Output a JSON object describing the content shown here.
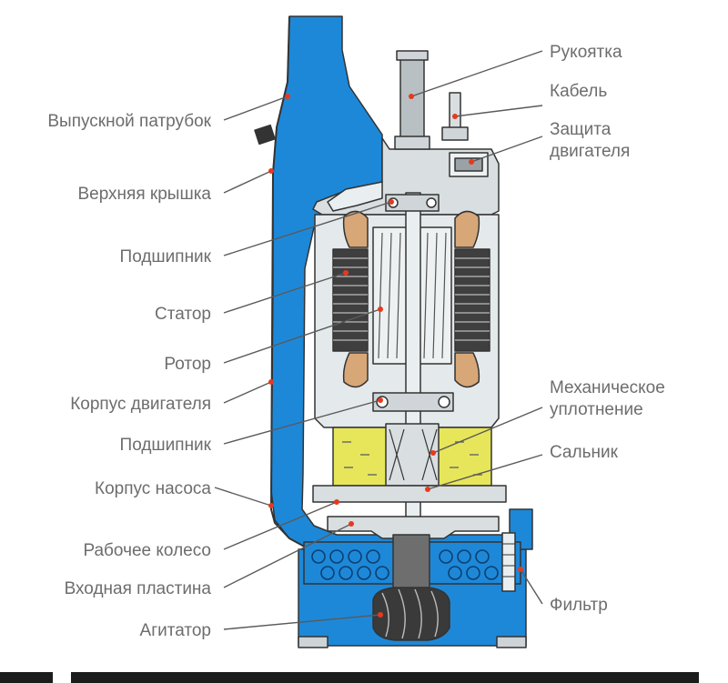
{
  "labels_left": [
    {
      "id": "discharge",
      "text": "Выпускной патрубок"
    },
    {
      "id": "top-cover",
      "text": "Верхняя крышка"
    },
    {
      "id": "bearing-upper",
      "text": "Подшипник"
    },
    {
      "id": "stator",
      "text": "Статор"
    },
    {
      "id": "rotor",
      "text": "Ротор"
    },
    {
      "id": "motor-housing",
      "text": "Корпус двигателя"
    },
    {
      "id": "bearing-lower",
      "text": "Подшипник"
    },
    {
      "id": "pump-housing",
      "text": "Корпус насоса"
    },
    {
      "id": "impeller",
      "text": "Рабочее колесо"
    },
    {
      "id": "inlet-plate",
      "text": "Входная пластина"
    },
    {
      "id": "agitator",
      "text": "Агитатор"
    }
  ],
  "labels_right": [
    {
      "id": "handle",
      "lines": [
        "Рукоятка"
      ]
    },
    {
      "id": "cable",
      "lines": [
        "Кабель"
      ]
    },
    {
      "id": "motor-protection",
      "lines": [
        "Защита",
        "двигателя"
      ]
    },
    {
      "id": "mechanical-seal",
      "lines": [
        "Механическое",
        "уплотнение"
      ]
    },
    {
      "id": "oil-seal",
      "lines": [
        "Сальник"
      ]
    },
    {
      "id": "filter",
      "lines": [
        "Фильтр"
      ]
    }
  ],
  "colors": {
    "water": "#1e88d8",
    "water_dark": "#0d5fa8",
    "metal": "#d9dee0",
    "metal_light": "#e9eef0",
    "outline": "#333333",
    "oil": "#e7e65a",
    "winding": "#d7a777",
    "stator_dark": "#3f3f3f",
    "marker": "#e53a1e",
    "label": "#6d6d6d",
    "leader": "#5a5a5a"
  }
}
